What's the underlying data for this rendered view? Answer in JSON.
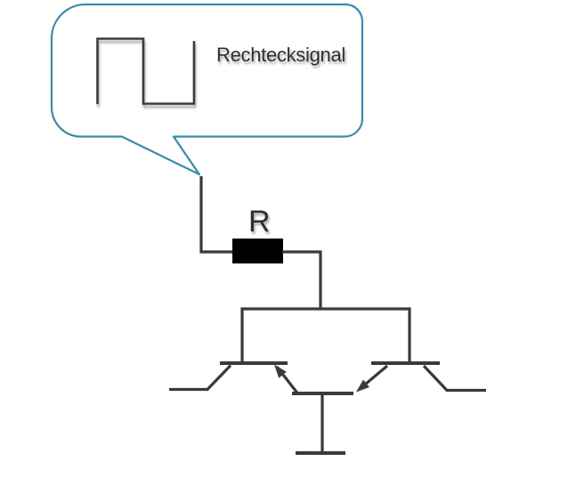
{
  "callout": {
    "label": "Rechtecksignal"
  },
  "resistor": {
    "label": "R"
  },
  "icons": {
    "square_wave": "square-wave-icon",
    "zero_line": "dashed-zero-line"
  },
  "colors": {
    "background": "#ffffff",
    "bubble_stroke": "#3a8ca6",
    "signal_dash": "#1f1f99",
    "wire": "#3a3a3a",
    "resistor_fill": "#000000",
    "label_text": "#2e2e2e"
  }
}
